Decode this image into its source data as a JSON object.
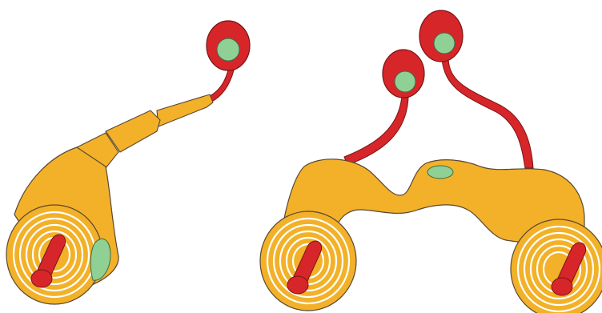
{
  "colors": {
    "background": "#ffffff",
    "sheath": "#f2b128",
    "spiral_line": "#ffffff",
    "axon": "#d6262a",
    "nucleus": "#8fd095",
    "outline": "#5a4632"
  },
  "figures": [
    {
      "id": "single-cell-myelination",
      "cell_bodies": 1,
      "wrapped_axons": 1,
      "sheath_segments": 4
    },
    {
      "id": "multi-axon-myelination",
      "cell_bodies": 2,
      "wrapped_axons": 2,
      "central_nucleus": true
    }
  ]
}
